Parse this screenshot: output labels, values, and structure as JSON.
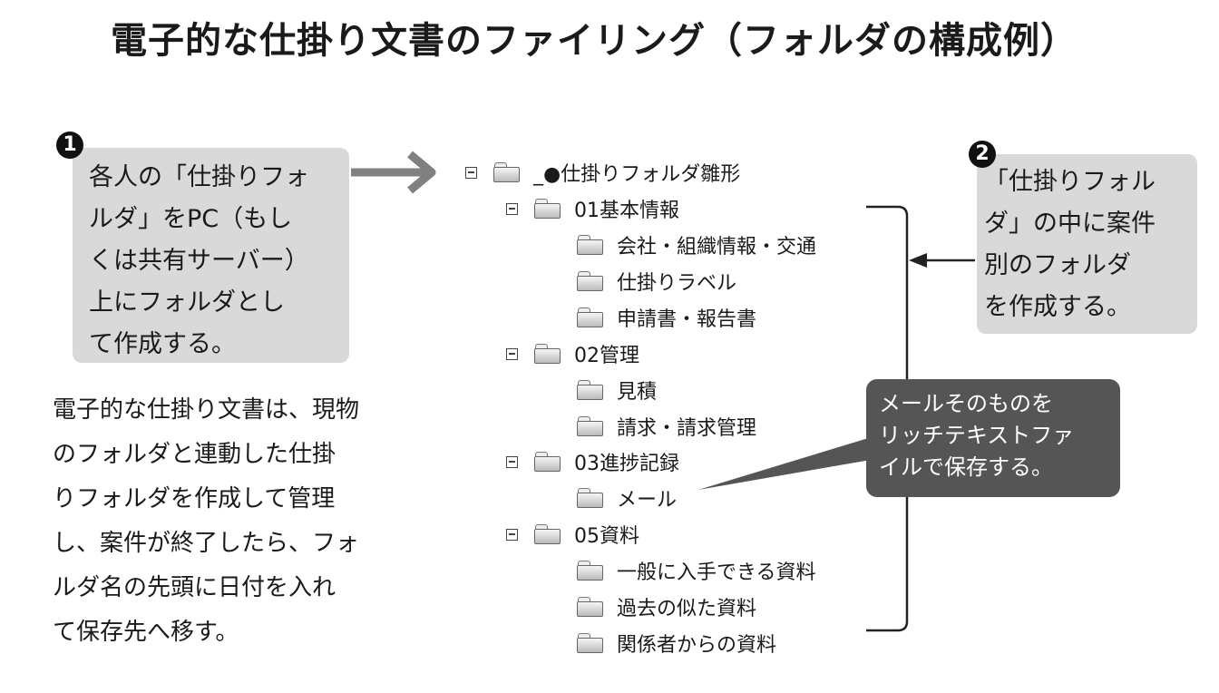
{
  "title": "電子的な仕掛り文書のファイリング（フォルダの構成例）",
  "callout1": {
    "number": "1",
    "lines": [
      "各人の「仕掛りフォ",
      "ルダ」をPC（もし",
      "くは共有サーバー）",
      "上にフォルダとし",
      "て作成する。"
    ]
  },
  "callout2": {
    "number": "2",
    "lines": [
      "「仕掛りフォル",
      "ダ」の中に案件",
      "別のフォルダ",
      "を作成する。"
    ]
  },
  "description": {
    "lines": [
      "電子的な仕掛り文書は、現物",
      "のフォルダと連動した仕掛",
      "りフォルダを作成して管理",
      "し、案件が終了したら、フォ",
      "ルダ名の先頭に日付を入れ",
      "て保存先へ移す。"
    ]
  },
  "mail_callout": {
    "lines": [
      "メールそのものを",
      "リッチテキストファ",
      "イルで保存する。"
    ]
  },
  "colors": {
    "callout_bg": "#d9d9d9",
    "dark_callout_bg": "#555555",
    "arrow": "#808080"
  },
  "tree": [
    {
      "label": "_●仕掛りフォルダ雛形",
      "level": 0,
      "expanded": true
    },
    {
      "label": "01基本情報",
      "level": 1,
      "expanded": true
    },
    {
      "label": "会社・組織情報・交通",
      "level": 2
    },
    {
      "label": "仕掛りラベル",
      "level": 2
    },
    {
      "label": "申請書・報告書",
      "level": 2
    },
    {
      "label": "02管理",
      "level": 1,
      "expanded": true
    },
    {
      "label": "見積",
      "level": 2
    },
    {
      "label": "請求・請求管理",
      "level": 2
    },
    {
      "label": "03進捗記録",
      "level": 1,
      "expanded": true
    },
    {
      "label": "メール",
      "level": 2
    },
    {
      "label": "05資料",
      "level": 1,
      "expanded": true
    },
    {
      "label": "一般に入手できる資料",
      "level": 2
    },
    {
      "label": "過去の似た資料",
      "level": 2
    },
    {
      "label": "関係者からの資料",
      "level": 2
    }
  ]
}
